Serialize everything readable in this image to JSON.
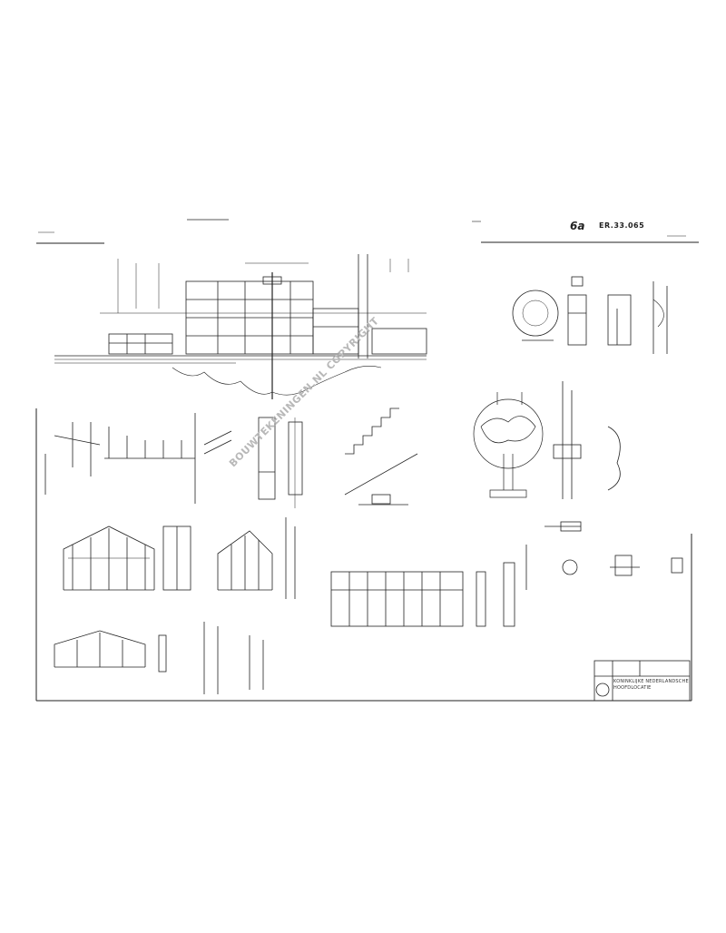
{
  "sheet": {
    "sheet_number": "6a",
    "drawing_code": "ER.33.065",
    "watermark": "BOUWTEKENINGEN.NL COPYRIGHT"
  },
  "title_block": {
    "line_1": "KONINKLIJKE NEDERLANDSCHE",
    "line_2": "HOOFDLOCATIE",
    "line_3": ""
  },
  "colors": {
    "ink": "#222222",
    "paper": "#ffffff",
    "watermark": "#b8b8b8"
  }
}
